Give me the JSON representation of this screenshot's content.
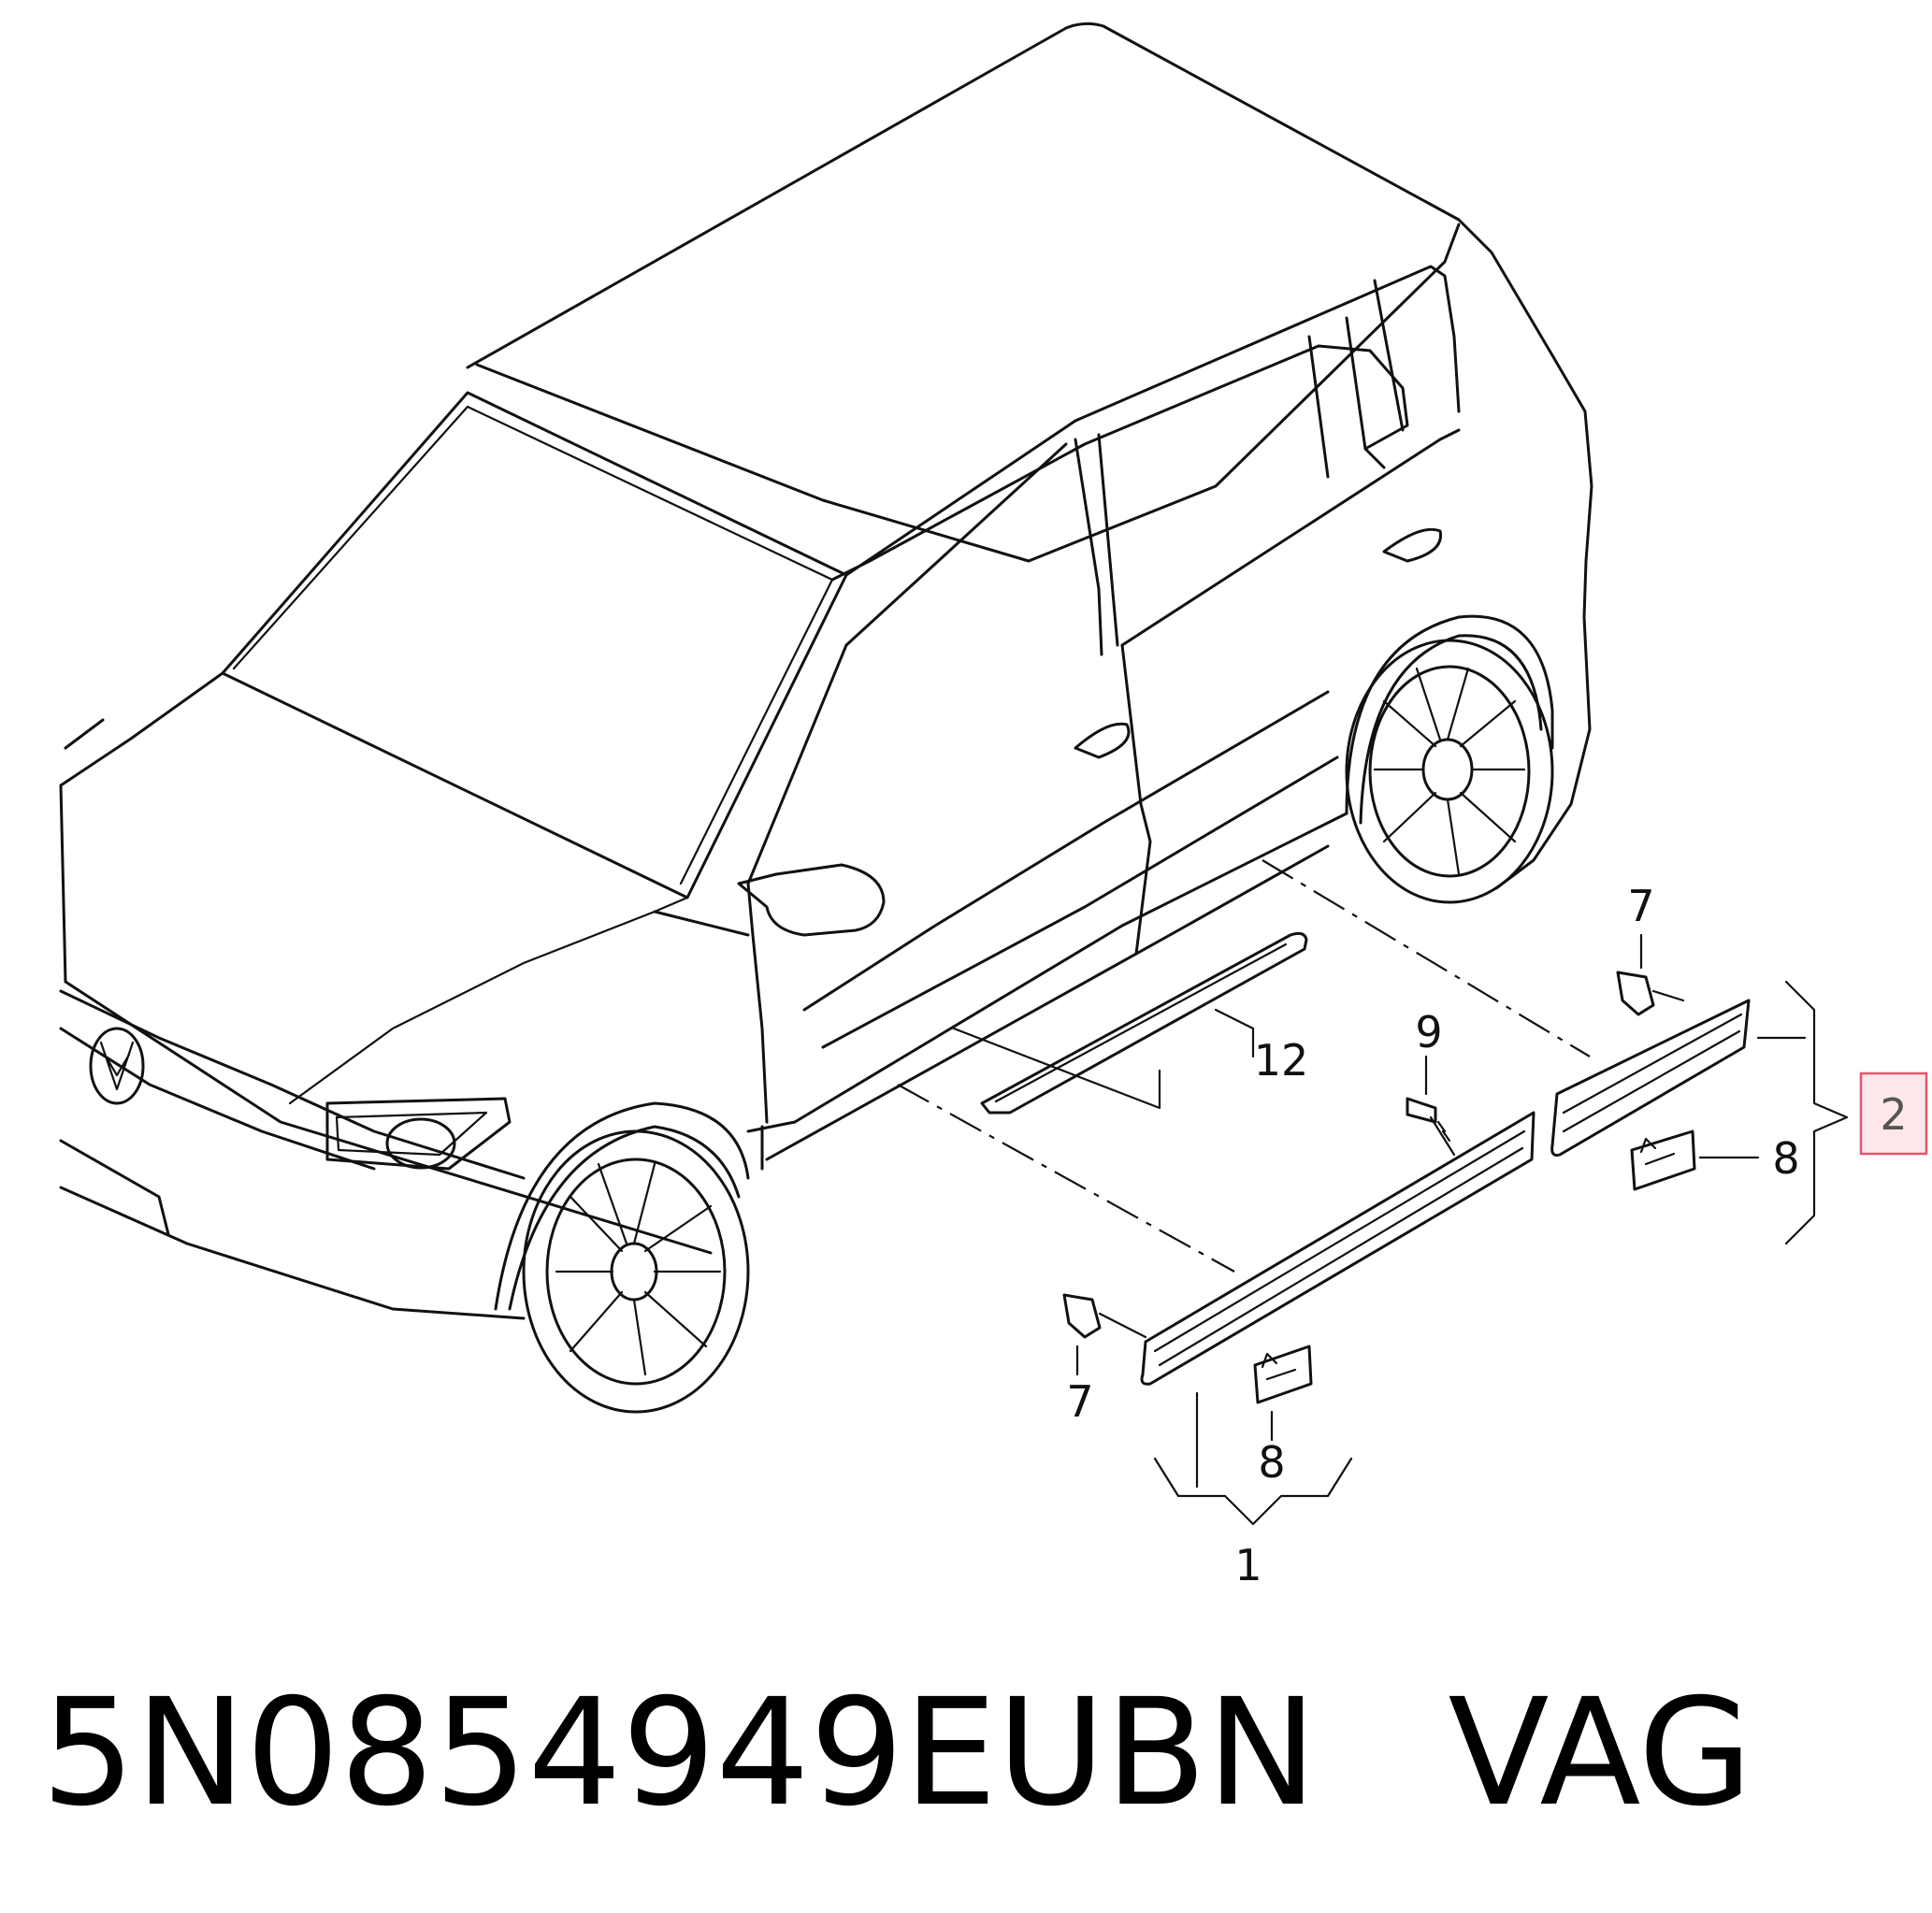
{
  "callouts": {
    "c1": "1",
    "c2": "2",
    "c7a": "7",
    "c7b": "7",
    "c8a": "8",
    "c8b": "8",
    "c9": "9",
    "c12": "12"
  },
  "footer": {
    "part_number": "5N0854949EUBN",
    "brand": "VAG"
  },
  "colors": {
    "line": "#111111",
    "highlight_fill": "#fde7ea",
    "highlight_stroke": "#e0576b"
  }
}
